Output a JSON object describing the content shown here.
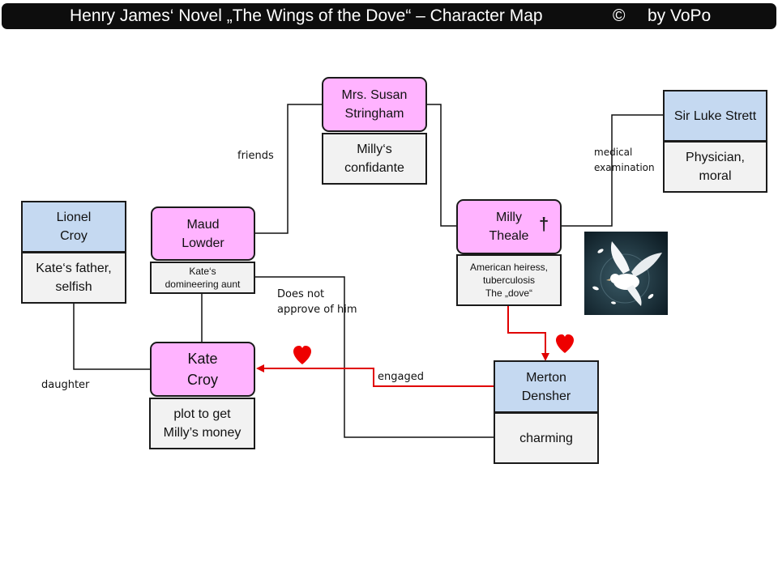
{
  "header": {
    "title": "Henry James‘ Novel „The Wings of the Dove“ – Character Map",
    "copyright_symbol": "©",
    "author": "by VoPo"
  },
  "characters": {
    "stringham": {
      "name": "Mrs. Susan\nStringham",
      "desc": "Milly‘s\nconfidante"
    },
    "maud": {
      "name": "Maud\nLowder",
      "desc": "Kate‘s\ndomineering aunt"
    },
    "lionel": {
      "name": "Lionel\nCroy",
      "desc": "Kate‘s father,\nselfish"
    },
    "kate": {
      "name": "Kate\nCroy",
      "desc": "plot to get\nMilly’s money"
    },
    "milly": {
      "name": "Milly\nTheale",
      "desc": "American heiress,\ntuberculosis\nThe „dove“",
      "mark": "†"
    },
    "luke": {
      "name": "Sir Luke Strett",
      "desc": "Physician,\nmoral"
    },
    "merton": {
      "name": "Merton\nDensher",
      "desc": "charming"
    }
  },
  "relations": {
    "friends": "friends",
    "medical": "medical\nexamination",
    "does_not_approve": "Does not\napprove of him",
    "daughter": "daughter",
    "engaged": "engaged"
  },
  "colors": {
    "title_bar": "#0d0d0d",
    "character_name_box": "#ffb3ff",
    "minor_name_box": "#c5d9f1",
    "description_box": "#f2f2f2",
    "love_arrow": "#e00000",
    "heart": "#ee0000"
  },
  "icons": [
    "heart-icon",
    "dagger-cross-icon",
    "white-dove-image"
  ]
}
